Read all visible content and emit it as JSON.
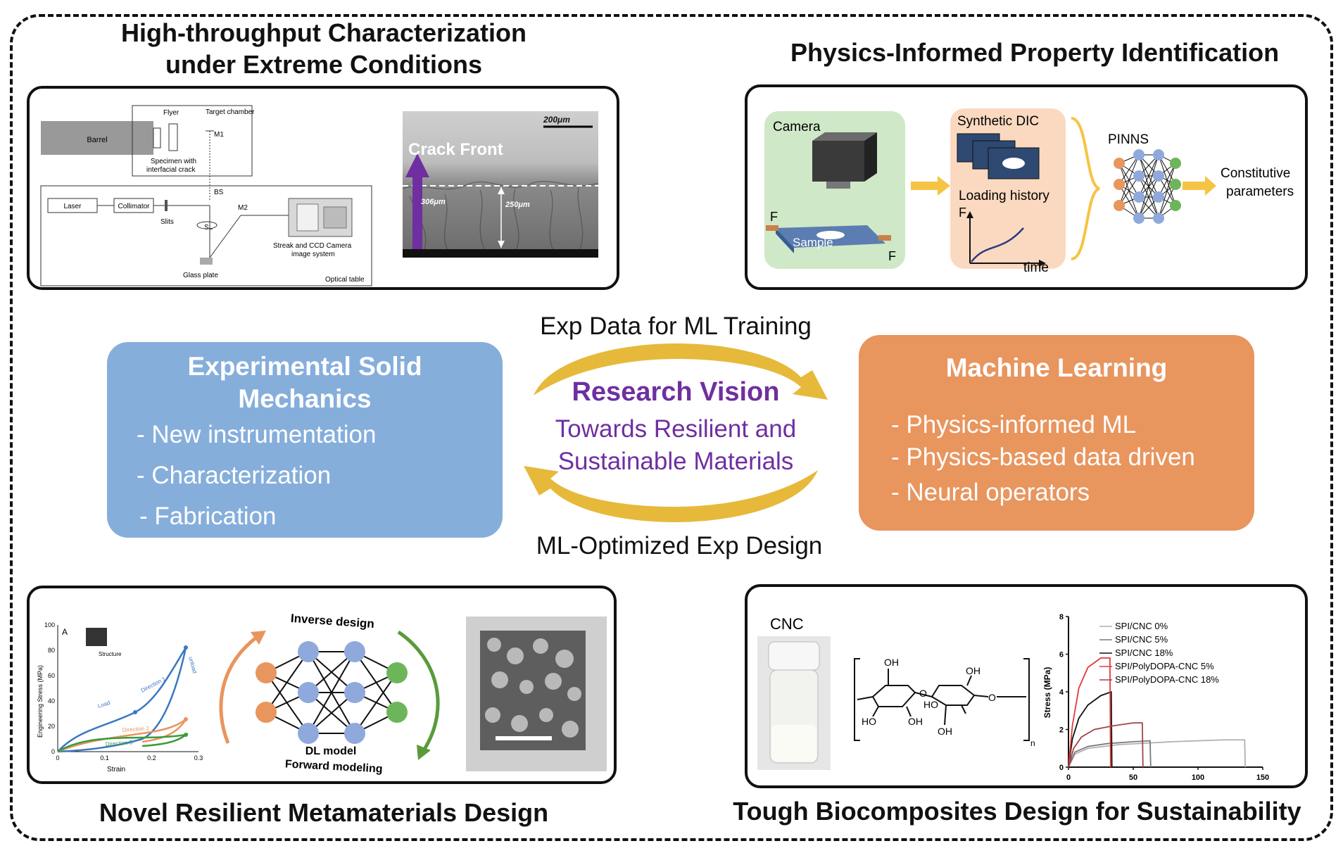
{
  "titles": {
    "top_left_line1": "High-throughput Characterization",
    "top_left_line2": "under Extreme Conditions",
    "top_right": "Physics-Informed Property Identification",
    "bottom_left": "Novel Resilient Metamaterials Design",
    "bottom_right": "Tough Biocomposites Design for Sustainability"
  },
  "experimental_box": {
    "title_line1": "Experimental Solid",
    "title_line2": "Mechanics",
    "items": [
      "- New instrumentation",
      "- Characterization",
      "- Fabrication"
    ],
    "color": "#86aedb"
  },
  "ml_box": {
    "title": "Machine Learning",
    "items": [
      "- Physics-informed ML",
      "- Physics-based data driven",
      "- Neural operators"
    ],
    "color": "#e8955e"
  },
  "center": {
    "top_label": "Exp Data for ML Training",
    "title": "Research Vision",
    "subtitle_line1": "Towards Resilient and",
    "subtitle_line2": "Sustainable Materials",
    "bottom_label": "ML-Optimized Exp Design",
    "accent": "#6f2fa0",
    "arrow_color": "#e6b93a"
  },
  "setup_diagram": {
    "barrel": "Barrel",
    "flyer": "Flyer",
    "target_chamber": "Target chamber",
    "m1": "M1",
    "specimen_line1": "Specimen with",
    "specimen_line2": "interfacial crack",
    "laser": "Laser",
    "collimator": "Collimator",
    "bs": "BS",
    "slits": "Slits",
    "sl": "SL",
    "m2": "M2",
    "camera_line1": "Streak and CCD Camera",
    "camera_line2": "image system",
    "glass_plate": "Glass plate",
    "optical_table": "Optical table"
  },
  "crack_image": {
    "scale": "200μm",
    "label": "Crack Front",
    "left_dim": "306μm",
    "right_dim": "250μm"
  },
  "pinns_diagram": {
    "camera": "Camera",
    "f_left": "F",
    "f_right": "F",
    "sample": "Sample",
    "synthetic_dic": "Synthetic DIC",
    "loading_history": "Loading history",
    "f_axis": "F",
    "time_axis": "time",
    "pinns": "PINNS",
    "output_line1": "Constitutive",
    "output_line2": "parameters",
    "green_bg": "#cfe8c7",
    "peach_bg": "#fbd9c0"
  },
  "meta_chart": {
    "panel_label": "A",
    "ylabel": "Engineering Stress (MPa)",
    "xlabel": "Strain",
    "yticks": [
      "100",
      "80",
      "60",
      "40",
      "20",
      "0"
    ],
    "xticks": [
      "0",
      "0.1",
      "0.2",
      "0.3"
    ],
    "structure": "Structure",
    "load": "Load",
    "unload": "unload",
    "direction1": "Direction 1",
    "direction2": "Direction 2",
    "direction3": "Direction 3"
  },
  "nn_diagram": {
    "inverse": "Inverse design",
    "dl_model": "DL model",
    "forward": "Forward modeling"
  },
  "cnc": {
    "label": "CNC",
    "oh1": "OH",
    "oh2": "OH",
    "ho1": "HO",
    "ho2": "HO",
    "oh3": "OH",
    "oh4": "OH",
    "o1": "O",
    "o2": "O",
    "n": "n"
  },
  "chart_data": {
    "type": "line",
    "ylabel": "Stress (MPa)",
    "xlabel": "",
    "xlim": [
      0,
      150
    ],
    "ylim": [
      0,
      8
    ],
    "xticks": [
      0,
      50,
      100,
      150
    ],
    "yticks": [
      0,
      2,
      4,
      6,
      8
    ],
    "series": [
      {
        "name": "SPI/CNC 0%",
        "color": "#b0b0b0",
        "x": [
          0,
          5,
          15,
          40,
          80,
          120,
          136,
          136.5
        ],
        "y": [
          0,
          0.7,
          1.0,
          1.2,
          1.35,
          1.45,
          1.45,
          0
        ]
      },
      {
        "name": "SPI/CNC 5%",
        "color": "#7a7a7a",
        "x": [
          0,
          5,
          15,
          30,
          50,
          63,
          63.5
        ],
        "y": [
          0,
          0.8,
          1.1,
          1.25,
          1.35,
          1.4,
          0
        ]
      },
      {
        "name": "SPI/CNC 18%",
        "color": "#111111",
        "x": [
          0,
          3,
          8,
          15,
          25,
          33,
          33.5
        ],
        "y": [
          0,
          1.5,
          2.6,
          3.3,
          3.8,
          4.0,
          0
        ]
      },
      {
        "name": "SPI/PolyDOPA-CNC 5%",
        "color": "#e03a3a",
        "x": [
          0,
          3,
          8,
          15,
          25,
          32,
          32.5
        ],
        "y": [
          0,
          2.2,
          4.2,
          5.3,
          5.8,
          5.8,
          0
        ]
      },
      {
        "name": "SPI/PolyDOPA-CNC 18%",
        "color": "#a0454a",
        "x": [
          0,
          4,
          10,
          20,
          35,
          50,
          57,
          57.5
        ],
        "y": [
          0,
          1.0,
          1.6,
          2.0,
          2.2,
          2.35,
          2.35,
          0
        ]
      }
    ]
  }
}
